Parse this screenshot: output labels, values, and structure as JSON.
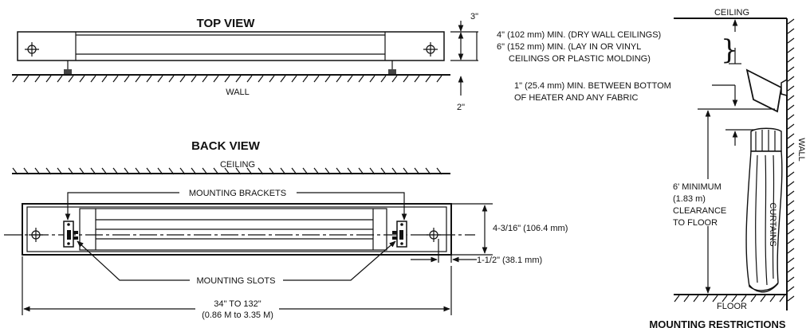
{
  "top_view": {
    "title": "TOP VIEW",
    "dim_top": "3\"",
    "dim_bottom": "2\"",
    "wall_label": "WALL"
  },
  "back_view": {
    "title": "BACK VIEW",
    "ceiling_label": "CEILING",
    "brackets_label": "MOUNTING BRACKETS",
    "slots_label": "MOUNTING SLOTS",
    "height_dim": "4-3/16\" (106.4 mm)",
    "offset_dim": "1-1/2\" (38.1 mm)",
    "length_line1": "34\" TO 132\"",
    "length_line2": "(0.86 M to 3.35 M)"
  },
  "restrictions": {
    "ceiling_label": "CEILING",
    "clearance_line1": "4\" (102 mm) MIN. (DRY WALL CEILINGS)",
    "clearance_line2": "6\" (152 mm) MIN.  (LAY IN OR VINYL",
    "clearance_line3": "CEILINGS OR PLASTIC MOLDING)",
    "fabric_line1": "1\" (25.4 mm) MIN. BETWEEN BOTTOM",
    "fabric_line2": "OF HEATER AND ANY FABRIC",
    "floor_line1": "6' MINIMUM",
    "floor_line2": "(1.83 m)",
    "floor_line3": "CLEARANCE",
    "floor_line4": "TO FLOOR",
    "curtains_label": "CURTAINS",
    "wall_label": "WALL",
    "floor_label": "FLOOR",
    "title": "MOUNTING RESTRICTIONS"
  }
}
